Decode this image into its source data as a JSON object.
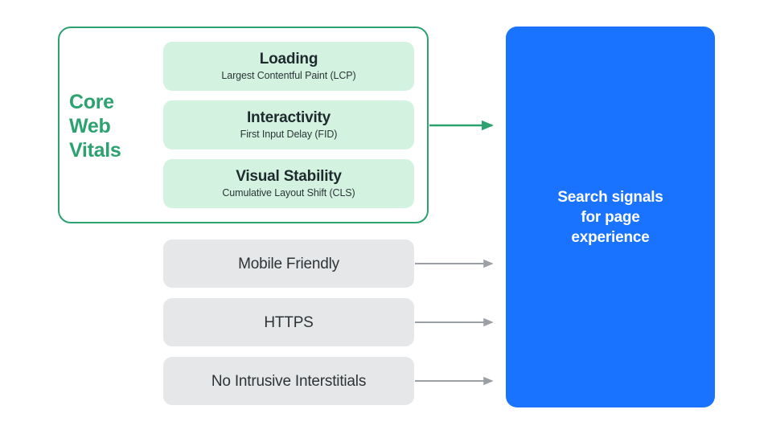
{
  "diagram": {
    "title": "Search signals for page experience",
    "colors": {
      "green_accent": "#2BA26F",
      "green_pill_bg": "#D3F3E0",
      "gray_box_bg": "#E6E7E9",
      "blue_box_bg": "#1A73FF",
      "gray_arrow": "#9AA0A6",
      "text_dark": "#2E3336",
      "text_white": "#FFFFFF",
      "page_bg": "#FFFFFF"
    }
  },
  "core_web_vitals": {
    "group_label": "Core Web Vitals",
    "group_label_lines": [
      "Core",
      "Web",
      "Vitals"
    ],
    "metrics": [
      {
        "title": "Loading",
        "subtitle": "Largest Contentful Paint (LCP)"
      },
      {
        "title": "Interactivity",
        "subtitle": "First Input Delay (FID)"
      },
      {
        "title": "Visual Stability",
        "subtitle": "Cumulative Layout Shift (CLS)"
      }
    ]
  },
  "other_signals": [
    {
      "label": "Mobile Friendly"
    },
    {
      "label": "HTTPS"
    },
    {
      "label": "No Intrusive Interstitials"
    }
  ],
  "destination": {
    "label": "Search signals\nfor page\nexperience"
  },
  "arrows": {
    "core_web_vitals_arrow": "green-arrow",
    "mobile_friendly_arrow": "gray-arrow",
    "https_arrow": "gray-arrow",
    "interstitials_arrow": "gray-arrow"
  }
}
